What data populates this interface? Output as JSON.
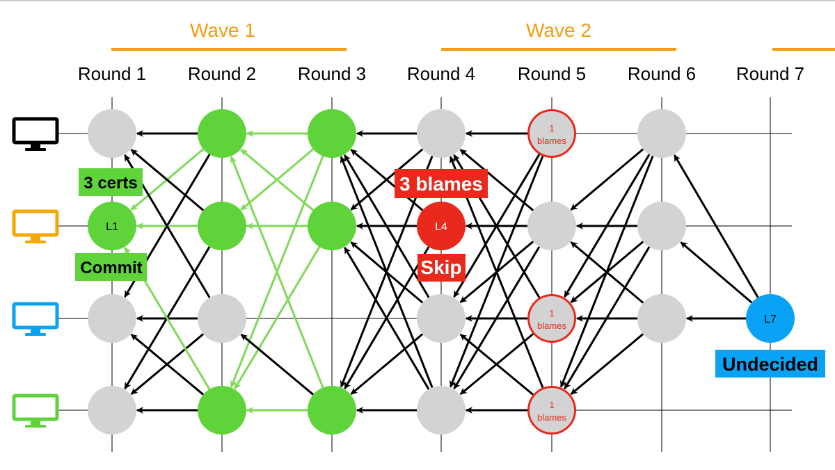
{
  "colors": {
    "wave": "#F39C12",
    "green": "#5ED33A",
    "green_edge": "#7ED957",
    "gray": "#D3D3D3",
    "red": "#E8291C",
    "blue": "#0AA2F5",
    "black": "#000000"
  },
  "waves": [
    "Wave 1",
    "Wave 2"
  ],
  "rounds": [
    "Round 1",
    "Round 2",
    "Round 3",
    "Round 4",
    "Round 5",
    "Round 6",
    "Round 7"
  ],
  "validators": [
    {
      "icon": "monitor-icon",
      "color": "#000000"
    },
    {
      "icon": "monitor-icon",
      "color": "#F5A800"
    },
    {
      "icon": "monitor-icon",
      "color": "#0AA2F5"
    },
    {
      "icon": "monitor-icon",
      "color": "#5ED33A"
    }
  ],
  "nodes": [
    {
      "round": 1,
      "row": 1,
      "style": "gray"
    },
    {
      "round": 1,
      "row": 2,
      "style": "green",
      "label": "L1"
    },
    {
      "round": 1,
      "row": 3,
      "style": "gray"
    },
    {
      "round": 1,
      "row": 4,
      "style": "gray"
    },
    {
      "round": 2,
      "row": 1,
      "style": "green"
    },
    {
      "round": 2,
      "row": 2,
      "style": "green"
    },
    {
      "round": 2,
      "row": 3,
      "style": "gray"
    },
    {
      "round": 2,
      "row": 4,
      "style": "green"
    },
    {
      "round": 3,
      "row": 1,
      "style": "green"
    },
    {
      "round": 3,
      "row": 2,
      "style": "green"
    },
    {
      "round": 3,
      "row": 4,
      "style": "green"
    },
    {
      "round": 4,
      "row": 1,
      "style": "gray"
    },
    {
      "round": 4,
      "row": 2,
      "style": "red",
      "label": "L4"
    },
    {
      "round": 4,
      "row": 3,
      "style": "gray"
    },
    {
      "round": 4,
      "row": 4,
      "style": "gray"
    },
    {
      "round": 5,
      "row": 1,
      "style": "blame",
      "label_lines": [
        "1",
        "blames"
      ]
    },
    {
      "round": 5,
      "row": 2,
      "style": "gray"
    },
    {
      "round": 5,
      "row": 3,
      "style": "blame",
      "label_lines": [
        "1",
        "blames"
      ]
    },
    {
      "round": 5,
      "row": 4,
      "style": "blame",
      "label_lines": [
        "1",
        "blames"
      ]
    },
    {
      "round": 6,
      "row": 1,
      "style": "gray"
    },
    {
      "round": 6,
      "row": 2,
      "style": "gray"
    },
    {
      "round": 6,
      "row": 3,
      "style": "gray"
    },
    {
      "round": 7,
      "row": 3,
      "style": "blue",
      "label": "L7"
    }
  ],
  "edges": [
    {
      "from": [
        2,
        1
      ],
      "to": [
        1,
        1
      ],
      "color": "black"
    },
    {
      "from": [
        2,
        1
      ],
      "to": [
        1,
        2
      ],
      "color": "green"
    },
    {
      "from": [
        2,
        1
      ],
      "to": [
        1,
        3
      ],
      "color": "black"
    },
    {
      "from": [
        2,
        2
      ],
      "to": [
        1,
        1
      ],
      "color": "black"
    },
    {
      "from": [
        2,
        2
      ],
      "to": [
        1,
        2
      ],
      "color": "green"
    },
    {
      "from": [
        2,
        2
      ],
      "to": [
        1,
        4
      ],
      "color": "black"
    },
    {
      "from": [
        2,
        3
      ],
      "to": [
        1,
        1
      ],
      "color": "black"
    },
    {
      "from": [
        2,
        3
      ],
      "to": [
        1,
        3
      ],
      "color": "black"
    },
    {
      "from": [
        2,
        3
      ],
      "to": [
        1,
        4
      ],
      "color": "black"
    },
    {
      "from": [
        2,
        4
      ],
      "to": [
        1,
        2
      ],
      "color": "green"
    },
    {
      "from": [
        2,
        4
      ],
      "to": [
        1,
        3
      ],
      "color": "black"
    },
    {
      "from": [
        2,
        4
      ],
      "to": [
        1,
        4
      ],
      "color": "black"
    },
    {
      "from": [
        3,
        1
      ],
      "to": [
        2,
        1
      ],
      "color": "green"
    },
    {
      "from": [
        3,
        1
      ],
      "to": [
        2,
        2
      ],
      "color": "green"
    },
    {
      "from": [
        3,
        1
      ],
      "to": [
        2,
        4
      ],
      "color": "green"
    },
    {
      "from": [
        3,
        2
      ],
      "to": [
        2,
        1
      ],
      "color": "green"
    },
    {
      "from": [
        3,
        2
      ],
      "to": [
        2,
        2
      ],
      "color": "green"
    },
    {
      "from": [
        3,
        2
      ],
      "to": [
        2,
        4
      ],
      "color": "green"
    },
    {
      "from": [
        3,
        4
      ],
      "to": [
        2,
        1
      ],
      "color": "green"
    },
    {
      "from": [
        3,
        4
      ],
      "to": [
        2,
        3
      ],
      "color": "black"
    },
    {
      "from": [
        3,
        4
      ],
      "to": [
        2,
        4
      ],
      "color": "green"
    },
    {
      "from": [
        4,
        1
      ],
      "to": [
        3,
        1
      ],
      "color": "black"
    },
    {
      "from": [
        4,
        1
      ],
      "to": [
        3,
        2
      ],
      "color": "black"
    },
    {
      "from": [
        4,
        1
      ],
      "to": [
        3,
        4
      ],
      "color": "black"
    },
    {
      "from": [
        4,
        2
      ],
      "to": [
        3,
        1
      ],
      "color": "black"
    },
    {
      "from": [
        4,
        2
      ],
      "to": [
        3,
        2
      ],
      "color": "black"
    },
    {
      "from": [
        4,
        2
      ],
      "to": [
        3,
        4
      ],
      "color": "black"
    },
    {
      "from": [
        4,
        3
      ],
      "to": [
        3,
        1
      ],
      "color": "black"
    },
    {
      "from": [
        4,
        3
      ],
      "to": [
        3,
        2
      ],
      "color": "black"
    },
    {
      "from": [
        4,
        3
      ],
      "to": [
        3,
        4
      ],
      "color": "black"
    },
    {
      "from": [
        4,
        4
      ],
      "to": [
        3,
        1
      ],
      "color": "black"
    },
    {
      "from": [
        4,
        4
      ],
      "to": [
        3,
        2
      ],
      "color": "black"
    },
    {
      "from": [
        4,
        4
      ],
      "to": [
        3,
        4
      ],
      "color": "black"
    },
    {
      "from": [
        5,
        1
      ],
      "to": [
        4,
        1
      ],
      "color": "black"
    },
    {
      "from": [
        5,
        1
      ],
      "to": [
        4,
        3
      ],
      "color": "black"
    },
    {
      "from": [
        5,
        1
      ],
      "to": [
        4,
        4
      ],
      "color": "black"
    },
    {
      "from": [
        5,
        2
      ],
      "to": [
        4,
        1
      ],
      "color": "black"
    },
    {
      "from": [
        5,
        2
      ],
      "to": [
        4,
        2
      ],
      "color": "black"
    },
    {
      "from": [
        5,
        2
      ],
      "to": [
        4,
        3
      ],
      "color": "black"
    },
    {
      "from": [
        5,
        2
      ],
      "to": [
        4,
        4
      ],
      "color": "black"
    },
    {
      "from": [
        5,
        3
      ],
      "to": [
        4,
        1
      ],
      "color": "black"
    },
    {
      "from": [
        5,
        3
      ],
      "to": [
        4,
        3
      ],
      "color": "black"
    },
    {
      "from": [
        5,
        3
      ],
      "to": [
        4,
        4
      ],
      "color": "black"
    },
    {
      "from": [
        5,
        4
      ],
      "to": [
        4,
        1
      ],
      "color": "black"
    },
    {
      "from": [
        5,
        4
      ],
      "to": [
        4,
        3
      ],
      "color": "black"
    },
    {
      "from": [
        5,
        4
      ],
      "to": [
        4,
        4
      ],
      "color": "black"
    },
    {
      "from": [
        6,
        1
      ],
      "to": [
        5,
        2
      ],
      "color": "black"
    },
    {
      "from": [
        6,
        1
      ],
      "to": [
        5,
        3
      ],
      "color": "black"
    },
    {
      "from": [
        6,
        1
      ],
      "to": [
        5,
        4
      ],
      "color": "black"
    },
    {
      "from": [
        6,
        2
      ],
      "to": [
        5,
        2
      ],
      "color": "black"
    },
    {
      "from": [
        6,
        2
      ],
      "to": [
        5,
        3
      ],
      "color": "black"
    },
    {
      "from": [
        6,
        2
      ],
      "to": [
        5,
        4
      ],
      "color": "black"
    },
    {
      "from": [
        6,
        3
      ],
      "to": [
        5,
        2
      ],
      "color": "black"
    },
    {
      "from": [
        6,
        3
      ],
      "to": [
        5,
        3
      ],
      "color": "black"
    },
    {
      "from": [
        6,
        3
      ],
      "to": [
        5,
        4
      ],
      "color": "black"
    },
    {
      "from": [
        7,
        3
      ],
      "to": [
        6,
        1
      ],
      "color": "black"
    },
    {
      "from": [
        7,
        3
      ],
      "to": [
        6,
        2
      ],
      "color": "black"
    },
    {
      "from": [
        7,
        3
      ],
      "to": [
        6,
        3
      ],
      "color": "black"
    }
  ],
  "annotations": {
    "certs": "3 certs",
    "commit": "Commit",
    "blames": "3 blames",
    "skip": "Skip",
    "undecided": "Undecided"
  }
}
